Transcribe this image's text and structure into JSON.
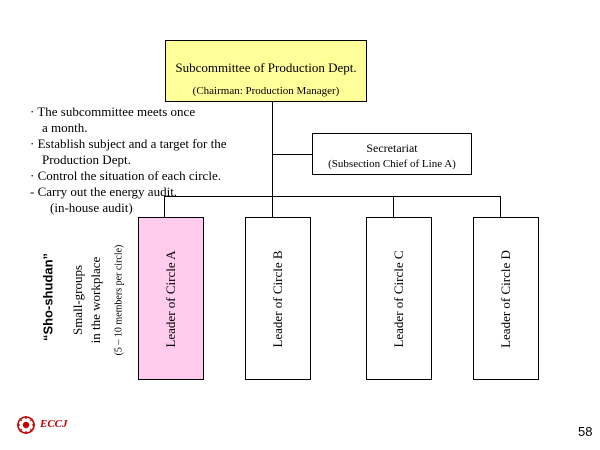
{
  "top": {
    "title": "Subcommittee of Production Dept.",
    "subtitle": "(Chairman: Production Manager)"
  },
  "secretariat": {
    "title": "Secretariat",
    "subtitle": "(Subsection Chief of Line A)"
  },
  "duties": [
    "·  The subcommittee meets once",
    "    a month.",
    "·  Establish subject and a target for the",
    "    Production Dept.",
    "·  Control the situation of each circle.",
    "- Carry out the energy audit.",
    "       (in-house audit)"
  ],
  "small_groups": {
    "title": "“Sho-shudan”",
    "line1": "Small-groups",
    "line2": "in the workplace",
    "line3": "(5 – 10 members per circle)"
  },
  "leaders": [
    "Leader of Circle A",
    "Leader of Circle B",
    "Leader of Circle C",
    "Leader of  Circle D"
  ],
  "footer": {
    "logo_text": "ECCJ",
    "page_number": "58"
  },
  "colors": {
    "top_box": "#ffff99",
    "highlight_leader": "#ffccee",
    "logo": "#c00000"
  }
}
